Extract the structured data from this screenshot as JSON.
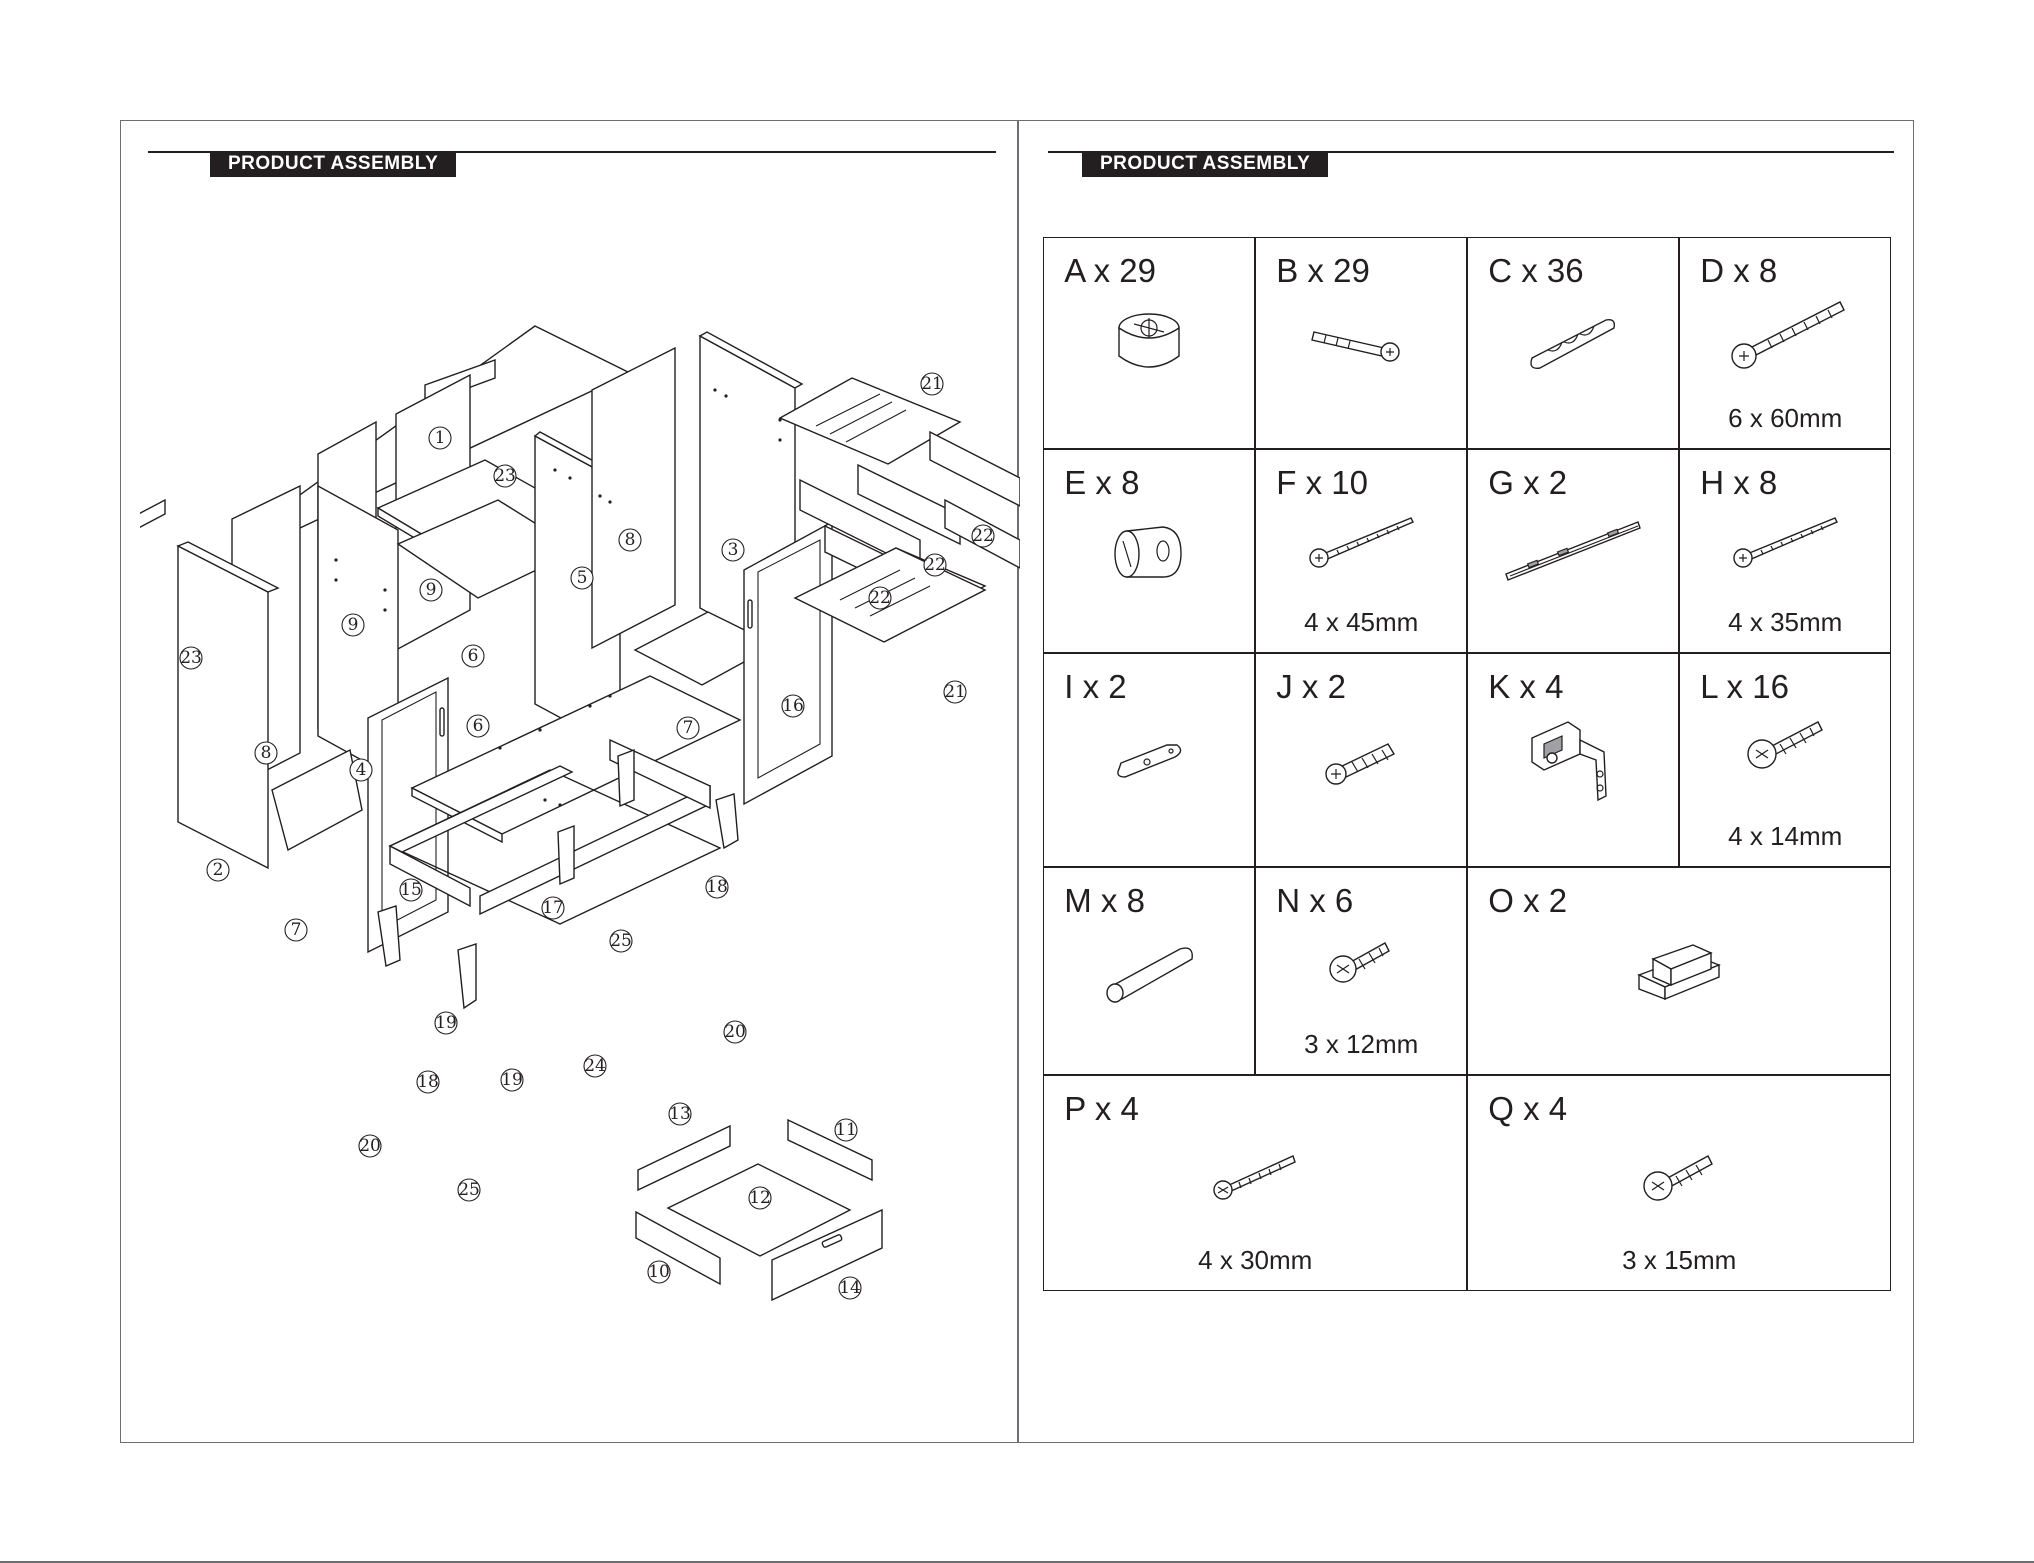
{
  "headers": {
    "left": "PRODUCT ASSEMBLY",
    "right": "PRODUCT ASSEMBLY"
  },
  "part_numbers": [
    "1",
    "2",
    "3",
    "4",
    "5",
    "6",
    "7",
    "8",
    "9",
    "10",
    "11",
    "12",
    "13",
    "14",
    "15",
    "16",
    "17",
    "18",
    "19",
    "20",
    "21",
    "22",
    "23",
    "24",
    "25"
  ],
  "hardware": [
    {
      "label": "A x 29",
      "size": "",
      "icon": "cam-lock-icon"
    },
    {
      "label": "B x 29",
      "size": "",
      "icon": "cam-bolt-icon"
    },
    {
      "label": "C x 36",
      "size": "",
      "icon": "wood-dowel-icon"
    },
    {
      "label": "D x 8",
      "size": "6 x 60mm",
      "icon": "bolt-icon"
    },
    {
      "label": "E x 8",
      "size": "",
      "icon": "barrel-nut-icon"
    },
    {
      "label": "F x 10",
      "size": "4 x 45mm",
      "icon": "screw-icon"
    },
    {
      "label": "G x 2",
      "size": "",
      "icon": "drawer-slide-icon"
    },
    {
      "label": "H x 8",
      "size": "4 x 35mm",
      "icon": "screw-icon"
    },
    {
      "label": "I x 2",
      "size": "",
      "icon": "mounting-plate-icon"
    },
    {
      "label": "J x 2",
      "size": "",
      "icon": "short-bolt-icon"
    },
    {
      "label": "K x 4",
      "size": "",
      "icon": "hinge-icon"
    },
    {
      "label": "L x 16",
      "size": "4 x 14mm",
      "icon": "screw-icon"
    },
    {
      "label": "M x 8",
      "size": "",
      "icon": "plain-dowel-icon"
    },
    {
      "label": "N x 6",
      "size": "3 x 12mm",
      "icon": "screw-icon"
    },
    {
      "label": "O x 2",
      "size": "",
      "icon": "magnetic-catch-icon"
    },
    {
      "label": "P x 4",
      "size": "4 x 30mm",
      "icon": "screw-icon"
    },
    {
      "label": "Q x 4",
      "size": "3 x 15mm",
      "icon": "screw-icon"
    }
  ]
}
